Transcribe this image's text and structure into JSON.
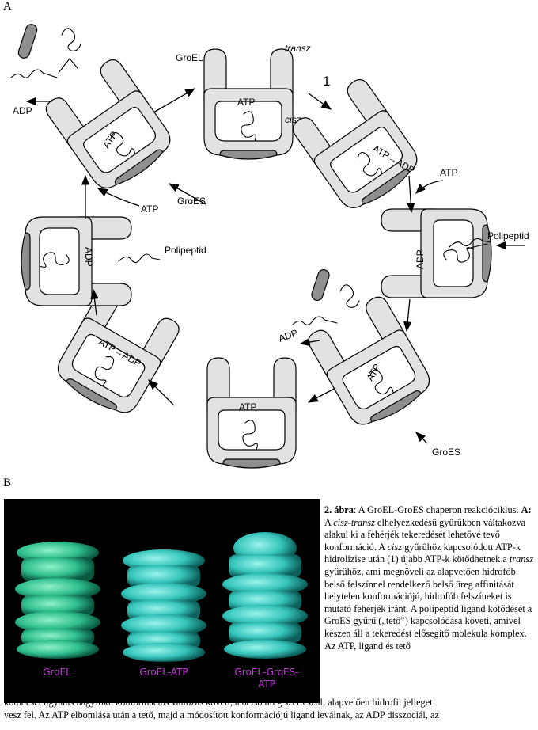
{
  "panels": {
    "a_label": "A",
    "b_label": "B"
  },
  "diagram": {
    "labels": {
      "groel": "GroEL",
      "transz": "transz",
      "cisz": "cisz",
      "step1": "1",
      "atp": "ATP",
      "adp": "ADP",
      "atp_to_adp": "ATP→ADP",
      "groes": "GroES",
      "polipeptid": "Polipeptid"
    }
  },
  "micrograph": {
    "captions": [
      "GroEL",
      "GroEL-ATP",
      "GroEL-GroES-ATP"
    ]
  },
  "caption": {
    "fig_num": "2. ábra",
    "fig_title": ": A GroEL-GroES chaperon reakcióciklus.",
    "part_a": "A:",
    "text1": " A ",
    "cis_trans": "cisz-transz",
    "text2": " elhelyezkedésű gyűrűkben váltakozva alakul ki a fehérjék tekeredését lehetővé tevő konformáció. A ",
    "cisz": "cisz",
    "text3": " gyűrűhöz kapcsolódott ATP-k hidrolízise után (1) újabb ATP-k kötődhetnek a ",
    "transz": "transz",
    "text4": " gyűrűhöz, ami megnöveli az alapvetően hidrofób belső felszínnel rendelkező belső üreg affinitását helytelen konformációjú, hidrofób felszíneket is mutató fehérjék iránt. A polipeptid ligand kötődését a GroES gyűrű („tető”) kapcsolódása követi, amivel készen áll a tekeredést elősegítő molekula komplex. Az ATP, ligand és tető",
    "line_wide1": "kötődését ugyanis nagyfokú konformációs változás követi, a belső üreg szétfeszül, alapvetően hidrofil jelleget",
    "line_wide2": "vesz fel. Az ATP elbomlása után a tető, majd a módosított konformációjú ligand leválnak, az ADP disszociál, az"
  }
}
